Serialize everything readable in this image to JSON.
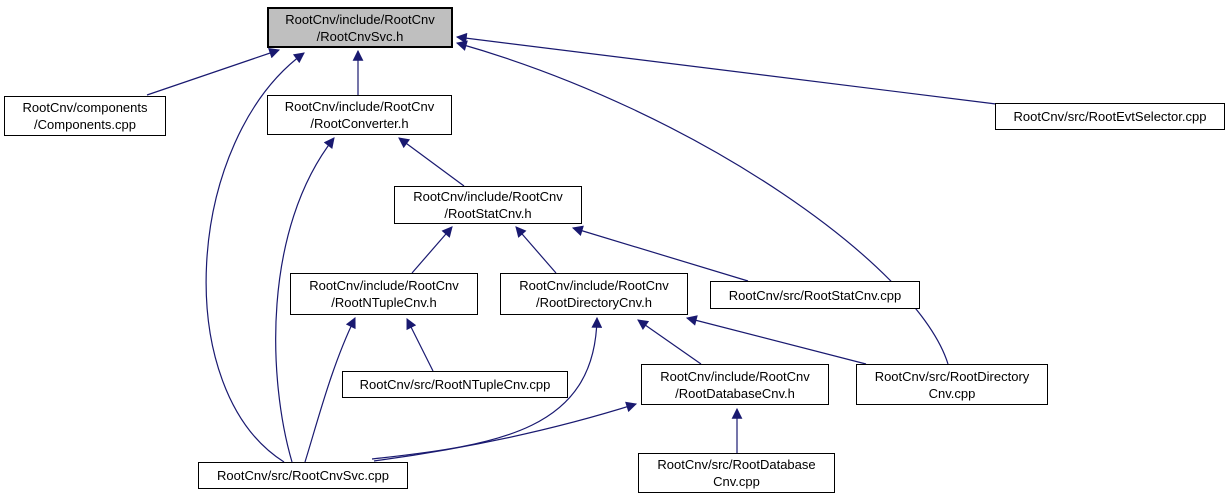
{
  "diagram": {
    "type": "include-dependency-graph",
    "edge_color": "#191970",
    "node_fill": "#ffffff",
    "node_border": "#000000",
    "highlight_fill": "#bfbfbf",
    "background": "#ffffff"
  },
  "nodes": {
    "rootcnvsvc_h": {
      "label": "RootCnv/include/RootCnv/RootCnvSvc.h",
      "line1": "RootCnv/include/RootCnv",
      "line2": "/RootCnvSvc.h",
      "highlighted": true
    },
    "components_cpp": {
      "label": "RootCnv/components/Components.cpp",
      "line1": "RootCnv/components",
      "line2": "/Components.cpp"
    },
    "rootconverter_h": {
      "label": "RootCnv/include/RootCnv/RootConverter.h",
      "line1": "RootCnv/include/RootCnv",
      "line2": "/RootConverter.h"
    },
    "rootevtselector_cpp": {
      "label": "RootCnv/src/RootEvtSelector.cpp",
      "line1": "RootCnv/src/RootEvtSelector.cpp"
    },
    "rootstatcnv_h": {
      "label": "RootCnv/include/RootCnv/RootStatCnv.h",
      "line1": "RootCnv/include/RootCnv",
      "line2": "/RootStatCnv.h"
    },
    "rootntuplecnv_h": {
      "label": "RootCnv/include/RootCnv/RootNTupleCnv.h",
      "line1": "RootCnv/include/RootCnv",
      "line2": "/RootNTupleCnv.h"
    },
    "rootdirectorycnv_h": {
      "label": "RootCnv/include/RootCnv/RootDirectoryCnv.h",
      "line1": "RootCnv/include/RootCnv",
      "line2": "/RootDirectoryCnv.h"
    },
    "rootstatcnv_cpp": {
      "label": "RootCnv/src/RootStatCnv.cpp",
      "line1": "RootCnv/src/RootStatCnv.cpp"
    },
    "rootntuplecnv_cpp": {
      "label": "RootCnv/src/RootNTupleCnv.cpp",
      "line1": "RootCnv/src/RootNTupleCnv.cpp"
    },
    "rootdatabasecnv_h": {
      "label": "RootCnv/include/RootCnv/RootDatabaseCnv.h",
      "line1": "RootCnv/include/RootCnv",
      "line2": "/RootDatabaseCnv.h"
    },
    "rootdirectorycnv_cpp": {
      "label": "RootCnv/src/RootDirectoryCnv.cpp",
      "line1": "RootCnv/src/RootDirectory",
      "line2": "Cnv.cpp"
    },
    "rootcnvsvc_cpp": {
      "label": "RootCnv/src/RootCnvSvc.cpp",
      "line1": "RootCnv/src/RootCnvSvc.cpp"
    },
    "rootdatabasecnv_cpp": {
      "label": "RootCnv/src/RootDatabase Cnv.cpp",
      "line1": "RootCnv/src/RootDatabase",
      "line2": "Cnv.cpp"
    }
  },
  "edges": [
    {
      "from": "components_cpp",
      "to": "rootcnvsvc_h"
    },
    {
      "from": "rootcnvsvc_cpp",
      "to": "rootcnvsvc_h"
    },
    {
      "from": "rootconverter_h",
      "to": "rootcnvsvc_h"
    },
    {
      "from": "rootevtselector_cpp",
      "to": "rootcnvsvc_h"
    },
    {
      "from": "rootdirectorycnv_cpp",
      "to": "rootcnvsvc_h"
    },
    {
      "from": "rootstatcnv_h",
      "to": "rootconverter_h"
    },
    {
      "from": "rootcnvsvc_cpp",
      "to": "rootconverter_h"
    },
    {
      "from": "rootntuplecnv_h",
      "to": "rootstatcnv_h"
    },
    {
      "from": "rootdirectorycnv_h",
      "to": "rootstatcnv_h"
    },
    {
      "from": "rootstatcnv_cpp",
      "to": "rootstatcnv_h"
    },
    {
      "from": "rootntuplecnv_cpp",
      "to": "rootntuplecnv_h"
    },
    {
      "from": "rootcnvsvc_cpp",
      "to": "rootntuplecnv_h"
    },
    {
      "from": "rootcnvsvc_cpp",
      "to": "rootdirectorycnv_h"
    },
    {
      "from": "rootdatabasecnv_h",
      "to": "rootdirectorycnv_h"
    },
    {
      "from": "rootdirectorycnv_cpp",
      "to": "rootdirectorycnv_h"
    },
    {
      "from": "rootcnvsvc_cpp",
      "to": "rootdatabasecnv_h"
    },
    {
      "from": "rootdatabasecnv_cpp",
      "to": "rootdatabasecnv_h"
    }
  ]
}
